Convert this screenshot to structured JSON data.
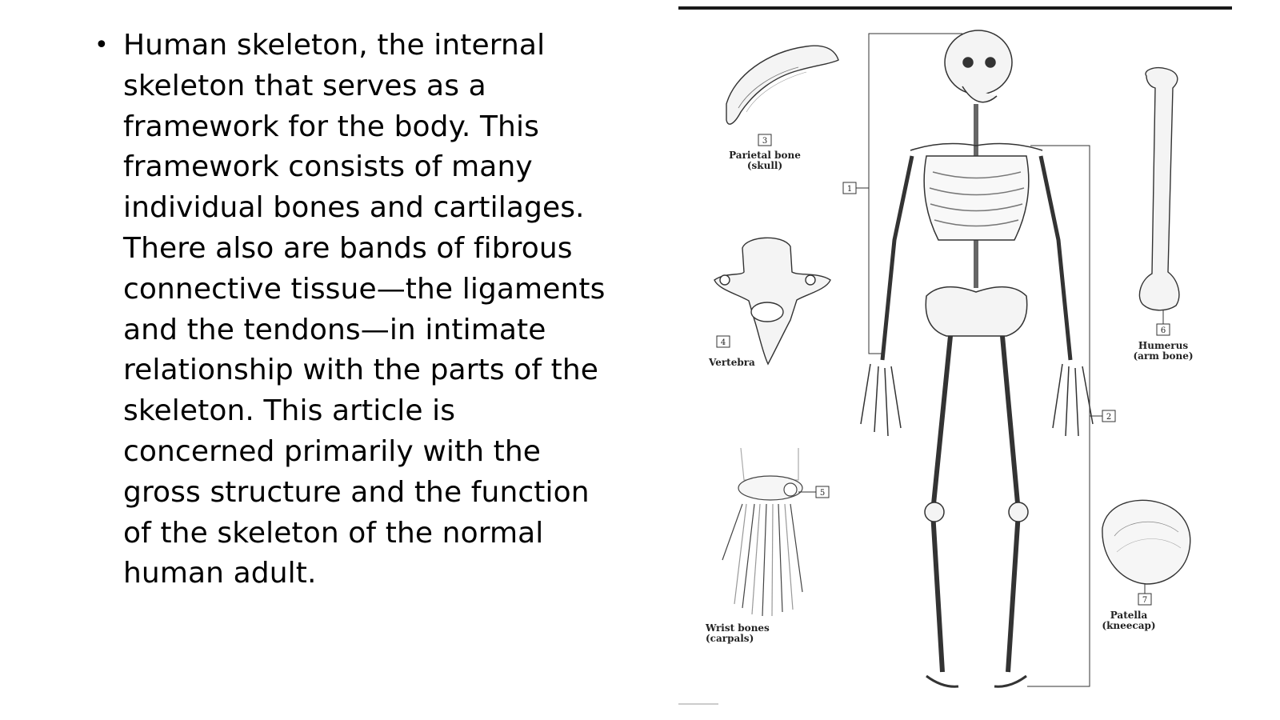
{
  "slide": {
    "bullet_lines": [
      "Human skeleton, the internal",
      "skeleton that serves as a",
      "framework for the body. This",
      "framework consists of many",
      "individual bones and cartilages.",
      "There also are bands of fibrous",
      "connective tissue—the ligaments",
      "and the tendons—in intimate",
      "relationship with the parts of the",
      "skeleton. This article is",
      "concerned primarily with the",
      "gross structure and the function",
      "of the skeleton of the normal",
      "human adult."
    ]
  },
  "figure": {
    "labels": {
      "parietal": [
        "Parietal bone",
        "(skull)"
      ],
      "vertebra": [
        "Vertebra"
      ],
      "wrist": [
        "Wrist bones",
        "(carpals)"
      ],
      "humerus": [
        "Humerus",
        "(arm bone)"
      ],
      "patella": [
        "Patella",
        "(kneecap)"
      ]
    },
    "numbers": {
      "n1": "1",
      "n2": "2",
      "n3": "3",
      "n4": "4",
      "n5": "5",
      "n6": "6",
      "n7": "7"
    }
  }
}
